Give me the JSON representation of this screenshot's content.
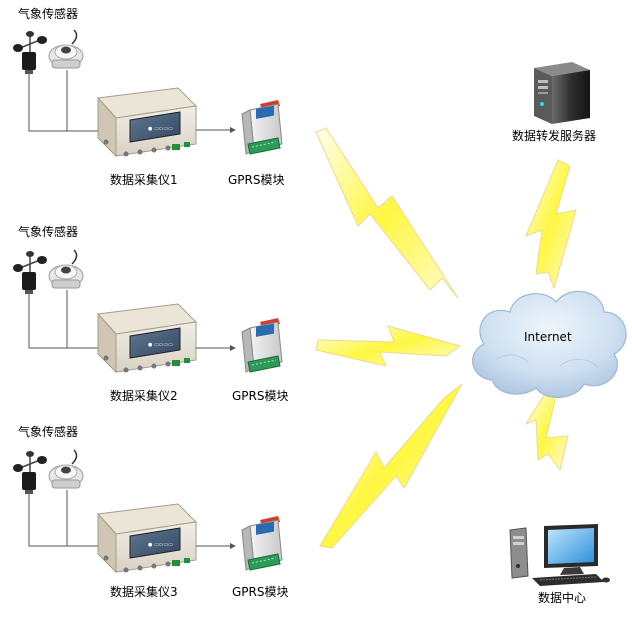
{
  "groups": [
    {
      "sensor_label": "气象传感器",
      "logger_label": "数据采集仪1",
      "module_label": "GPRS模块"
    },
    {
      "sensor_label": "气象传感器",
      "logger_label": "数据采集仪2",
      "module_label": "GPRS模块"
    },
    {
      "sensor_label": "气象传感器",
      "logger_label": "数据采集仪3",
      "module_label": "GPRS模块"
    }
  ],
  "server_label": "数据转发服务器",
  "internet_label": "Internet",
  "center_label": "数据中心",
  "colors": {
    "lightning_fill": "#fff53a",
    "lightning_edge": "#f1df9a",
    "cloud_fill": "#c9dcef",
    "cloud_edge": "#9db7d3",
    "wire": "#555555",
    "pcb_green": "#2e9a58"
  }
}
